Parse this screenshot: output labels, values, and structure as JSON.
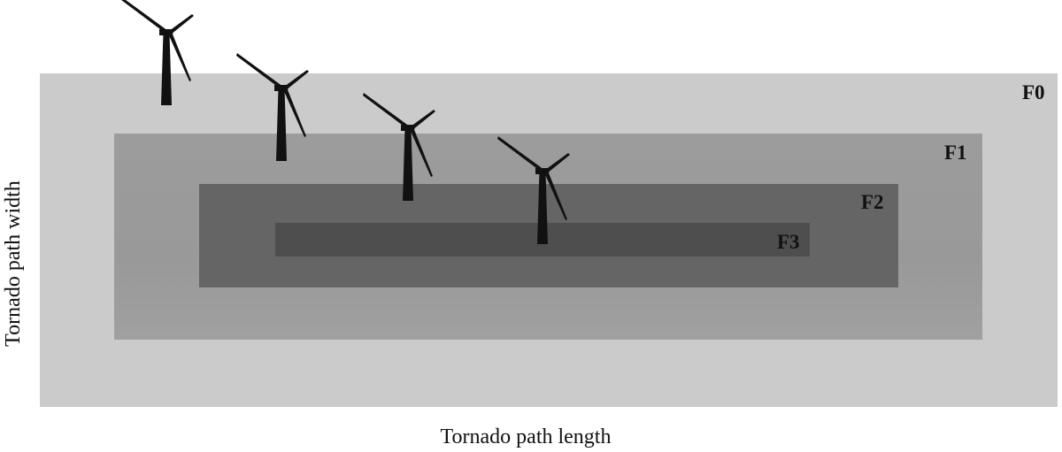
{
  "zones": [
    {
      "label": "F0",
      "color": "#cbcbcb"
    },
    {
      "label": "F1",
      "color": "#9b9b9b"
    },
    {
      "label": "F2",
      "color": "#656565"
    },
    {
      "label": "F3",
      "color": "#4e4e4e"
    }
  ],
  "axes": {
    "x_label": "Tornado path length",
    "y_label": "Tornado path width"
  },
  "turbines": {
    "count": 4,
    "icon": "wind-turbine-icon",
    "color": "#111111"
  }
}
